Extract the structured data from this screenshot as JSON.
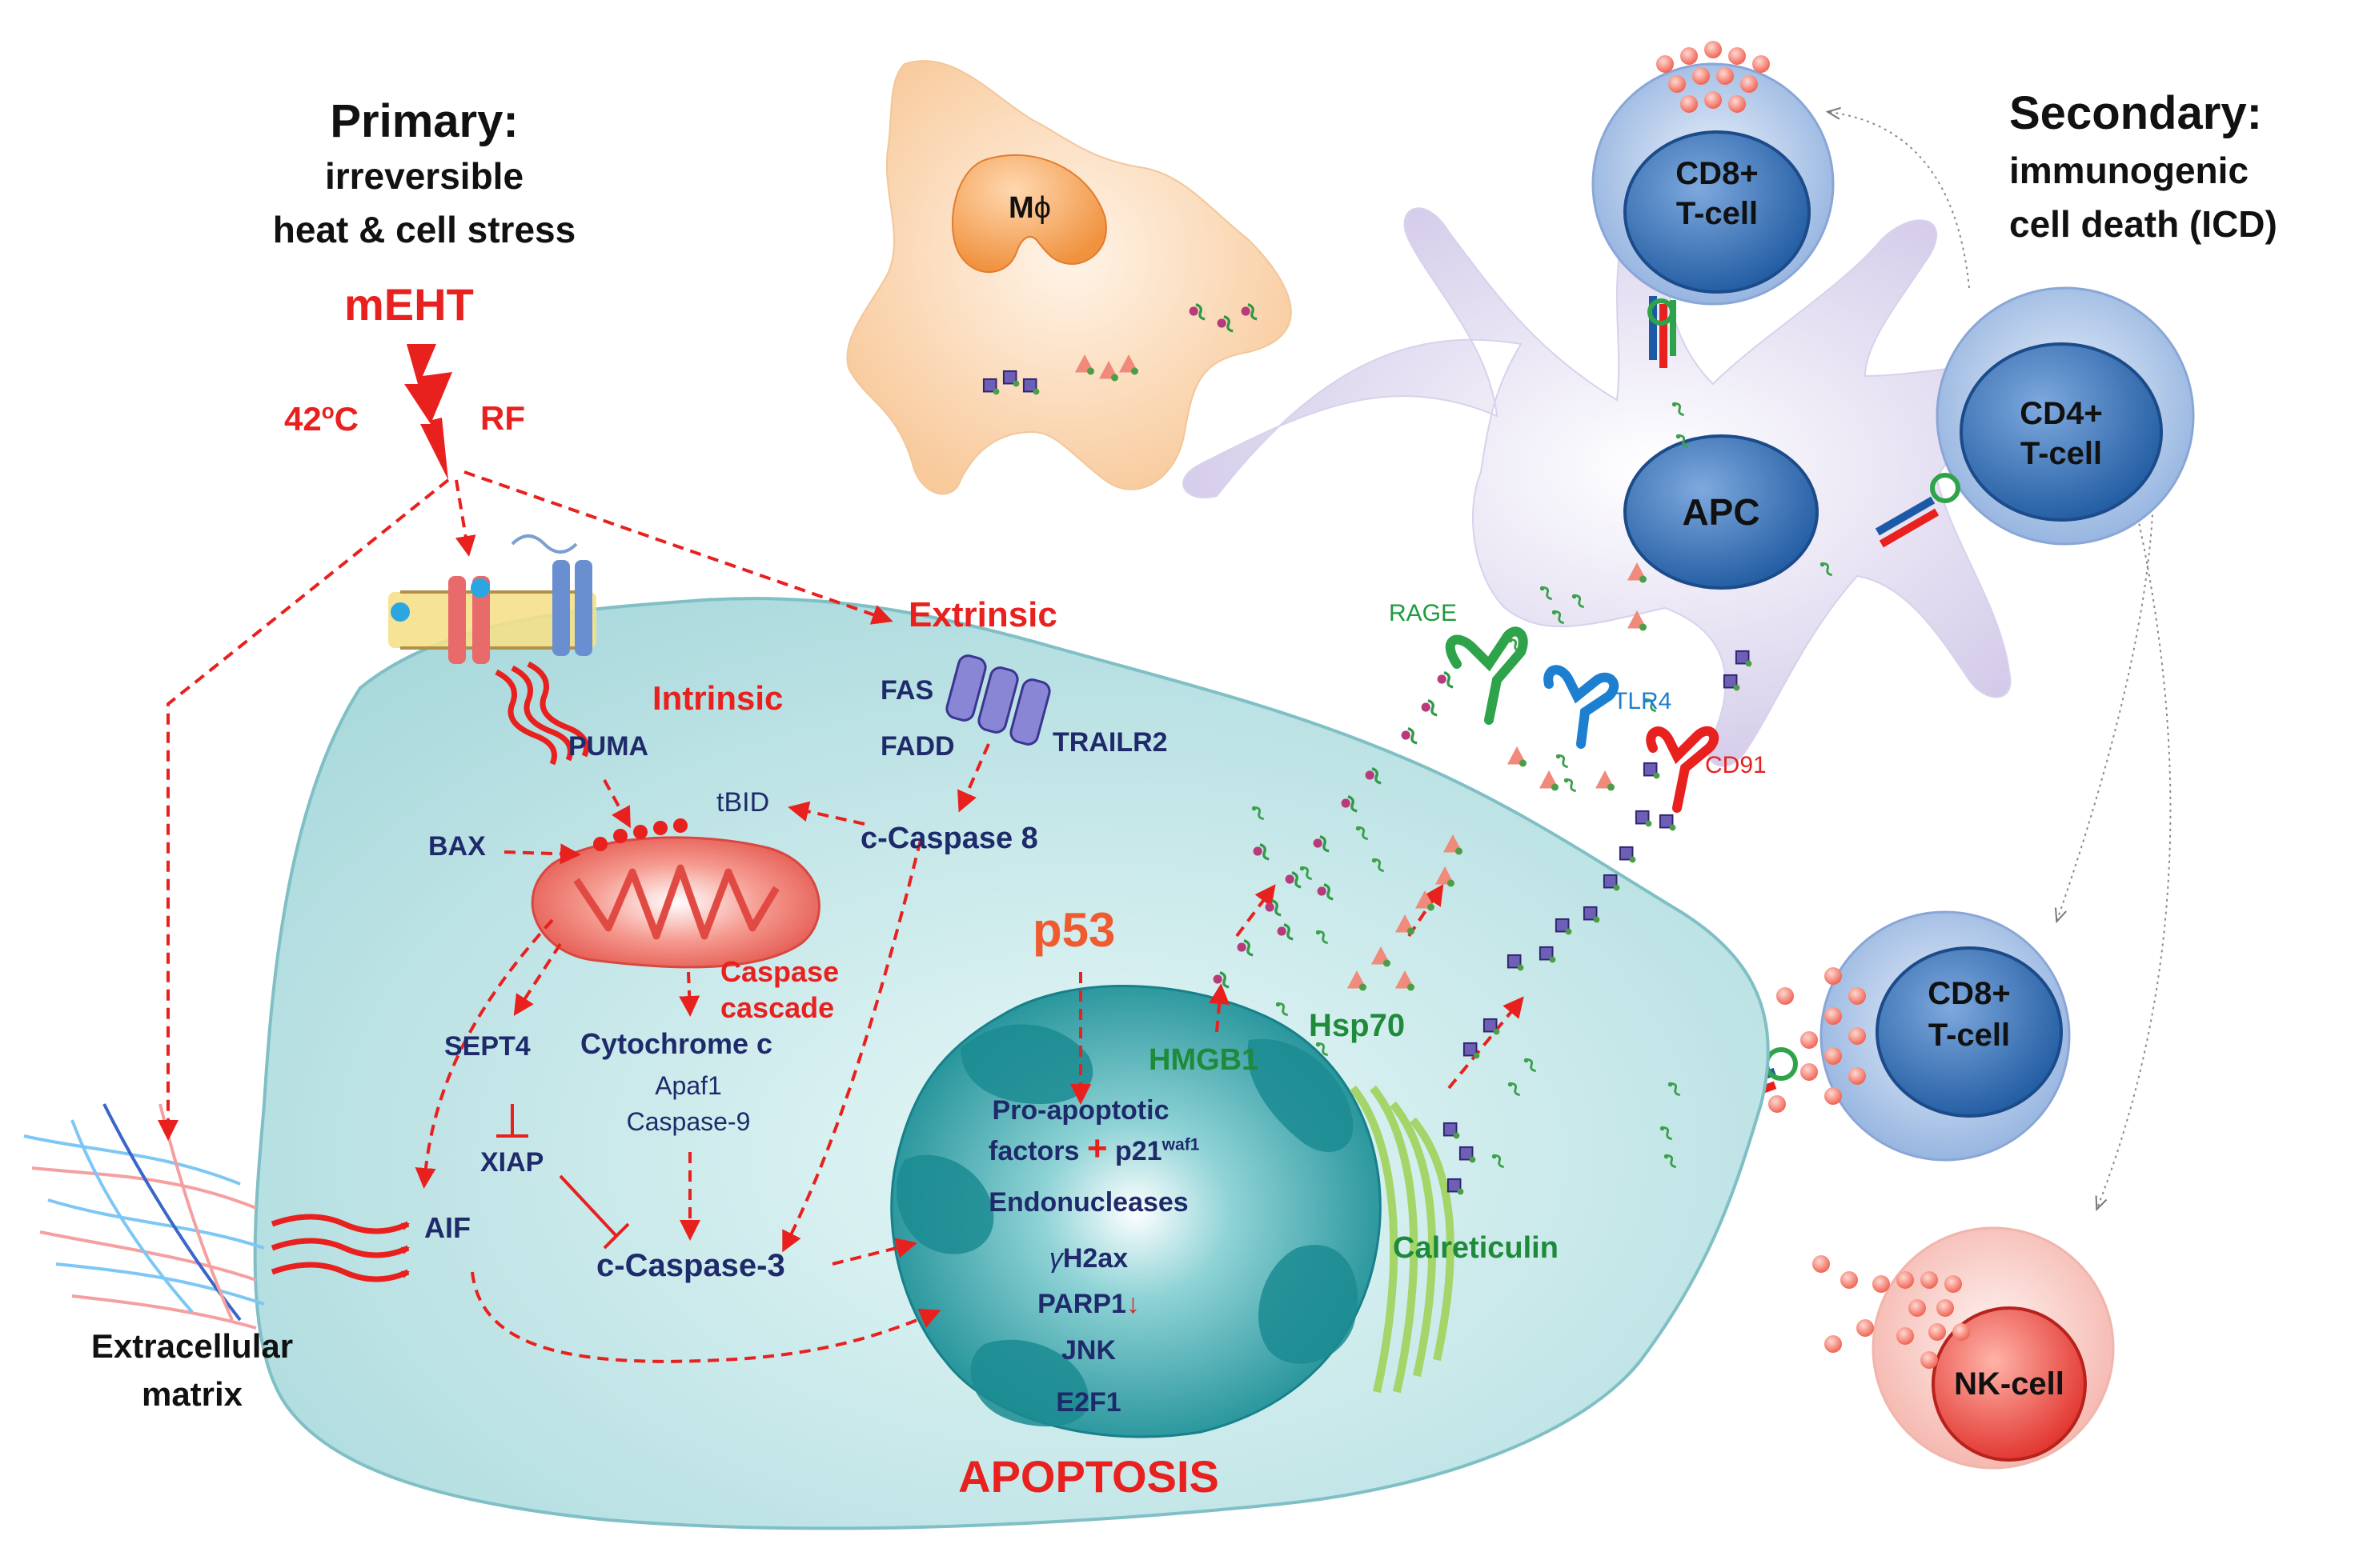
{
  "headings": {
    "primary_title": "Primary:",
    "primary_sub1": "irreversible",
    "primary_sub2": "heat & cell stress",
    "secondary_title": "Secondary:",
    "secondary_sub1": "immunogenic",
    "secondary_sub2": "cell death (ICD)"
  },
  "stimulus": {
    "name": "mEHT",
    "temp_value": "42",
    "temp_sup": "o",
    "temp_unit": "C",
    "rf": "RF"
  },
  "pathways": {
    "intrinsic": "Intrinsic",
    "extrinsic": "Extrinsic",
    "caspase_cascade_1": "Caspase",
    "caspase_cascade_2": "cascade"
  },
  "molecules": {
    "puma": "PUMA",
    "bax": "BAX",
    "tbid": "tBID",
    "fas": "FAS",
    "fadd": "FADD",
    "trailr2": "TRAILR2",
    "c_caspase_8": "c-Caspase 8",
    "sept4": "SEPT4",
    "xiap": "XIAP",
    "aif": "AIF",
    "cytochrome_c": "Cytochrome c",
    "apaf1": "Apaf1",
    "caspase_9": "Caspase-9",
    "c_caspase_3": "c-Caspase-3",
    "p53": "p53"
  },
  "nucleus": {
    "pro_apoptotic_1": "Pro-apoptotic",
    "factors": "factors",
    "plus": "+",
    "p21": "p21",
    "p21_sup": "waf1",
    "endonucleases": "Endonucleases",
    "gamma": "γ",
    "h2ax": "H2ax",
    "parp1": "PARP1",
    "down_arrow": "↓",
    "jnk": "JNK",
    "e2f1": "E2F1"
  },
  "outcome": {
    "apoptosis": "APOPTOSIS"
  },
  "damps": {
    "hmgb1": "HMGB1",
    "hsp70": "Hsp70",
    "calreticulin": "Calreticulin"
  },
  "receptors": {
    "rage": "RAGE",
    "tlr4": "TLR4",
    "cd91": "CD91"
  },
  "ecm": {
    "line1": "Extracellular",
    "line2": "matrix"
  },
  "immune_cells": {
    "macrophage_letter": "M",
    "macrophage_phi": "ϕ",
    "apc": "APC",
    "cd8_top_1": "CD8+",
    "cd8_top_2": "T-cell",
    "cd4_1": "CD4+",
    "cd4_2": "T-cell",
    "cd8_bottom_1": "CD8+",
    "cd8_bottom_2": "T-cell",
    "nk": "NK-cell"
  },
  "colors": {
    "arrow_red": "#e8201e",
    "label_dark_blue": "#1f2a6b",
    "label_green": "#1f8a3a",
    "tumor_cell_fill": "#bfe4e6",
    "nucleus_fill": "#2aa6ad",
    "apc_fill": "#e6e0f2",
    "tcell_fill": "#7fa6d9",
    "macrophage_fill": "#fbd4ae",
    "nk_fill": "#f8c9c2"
  }
}
